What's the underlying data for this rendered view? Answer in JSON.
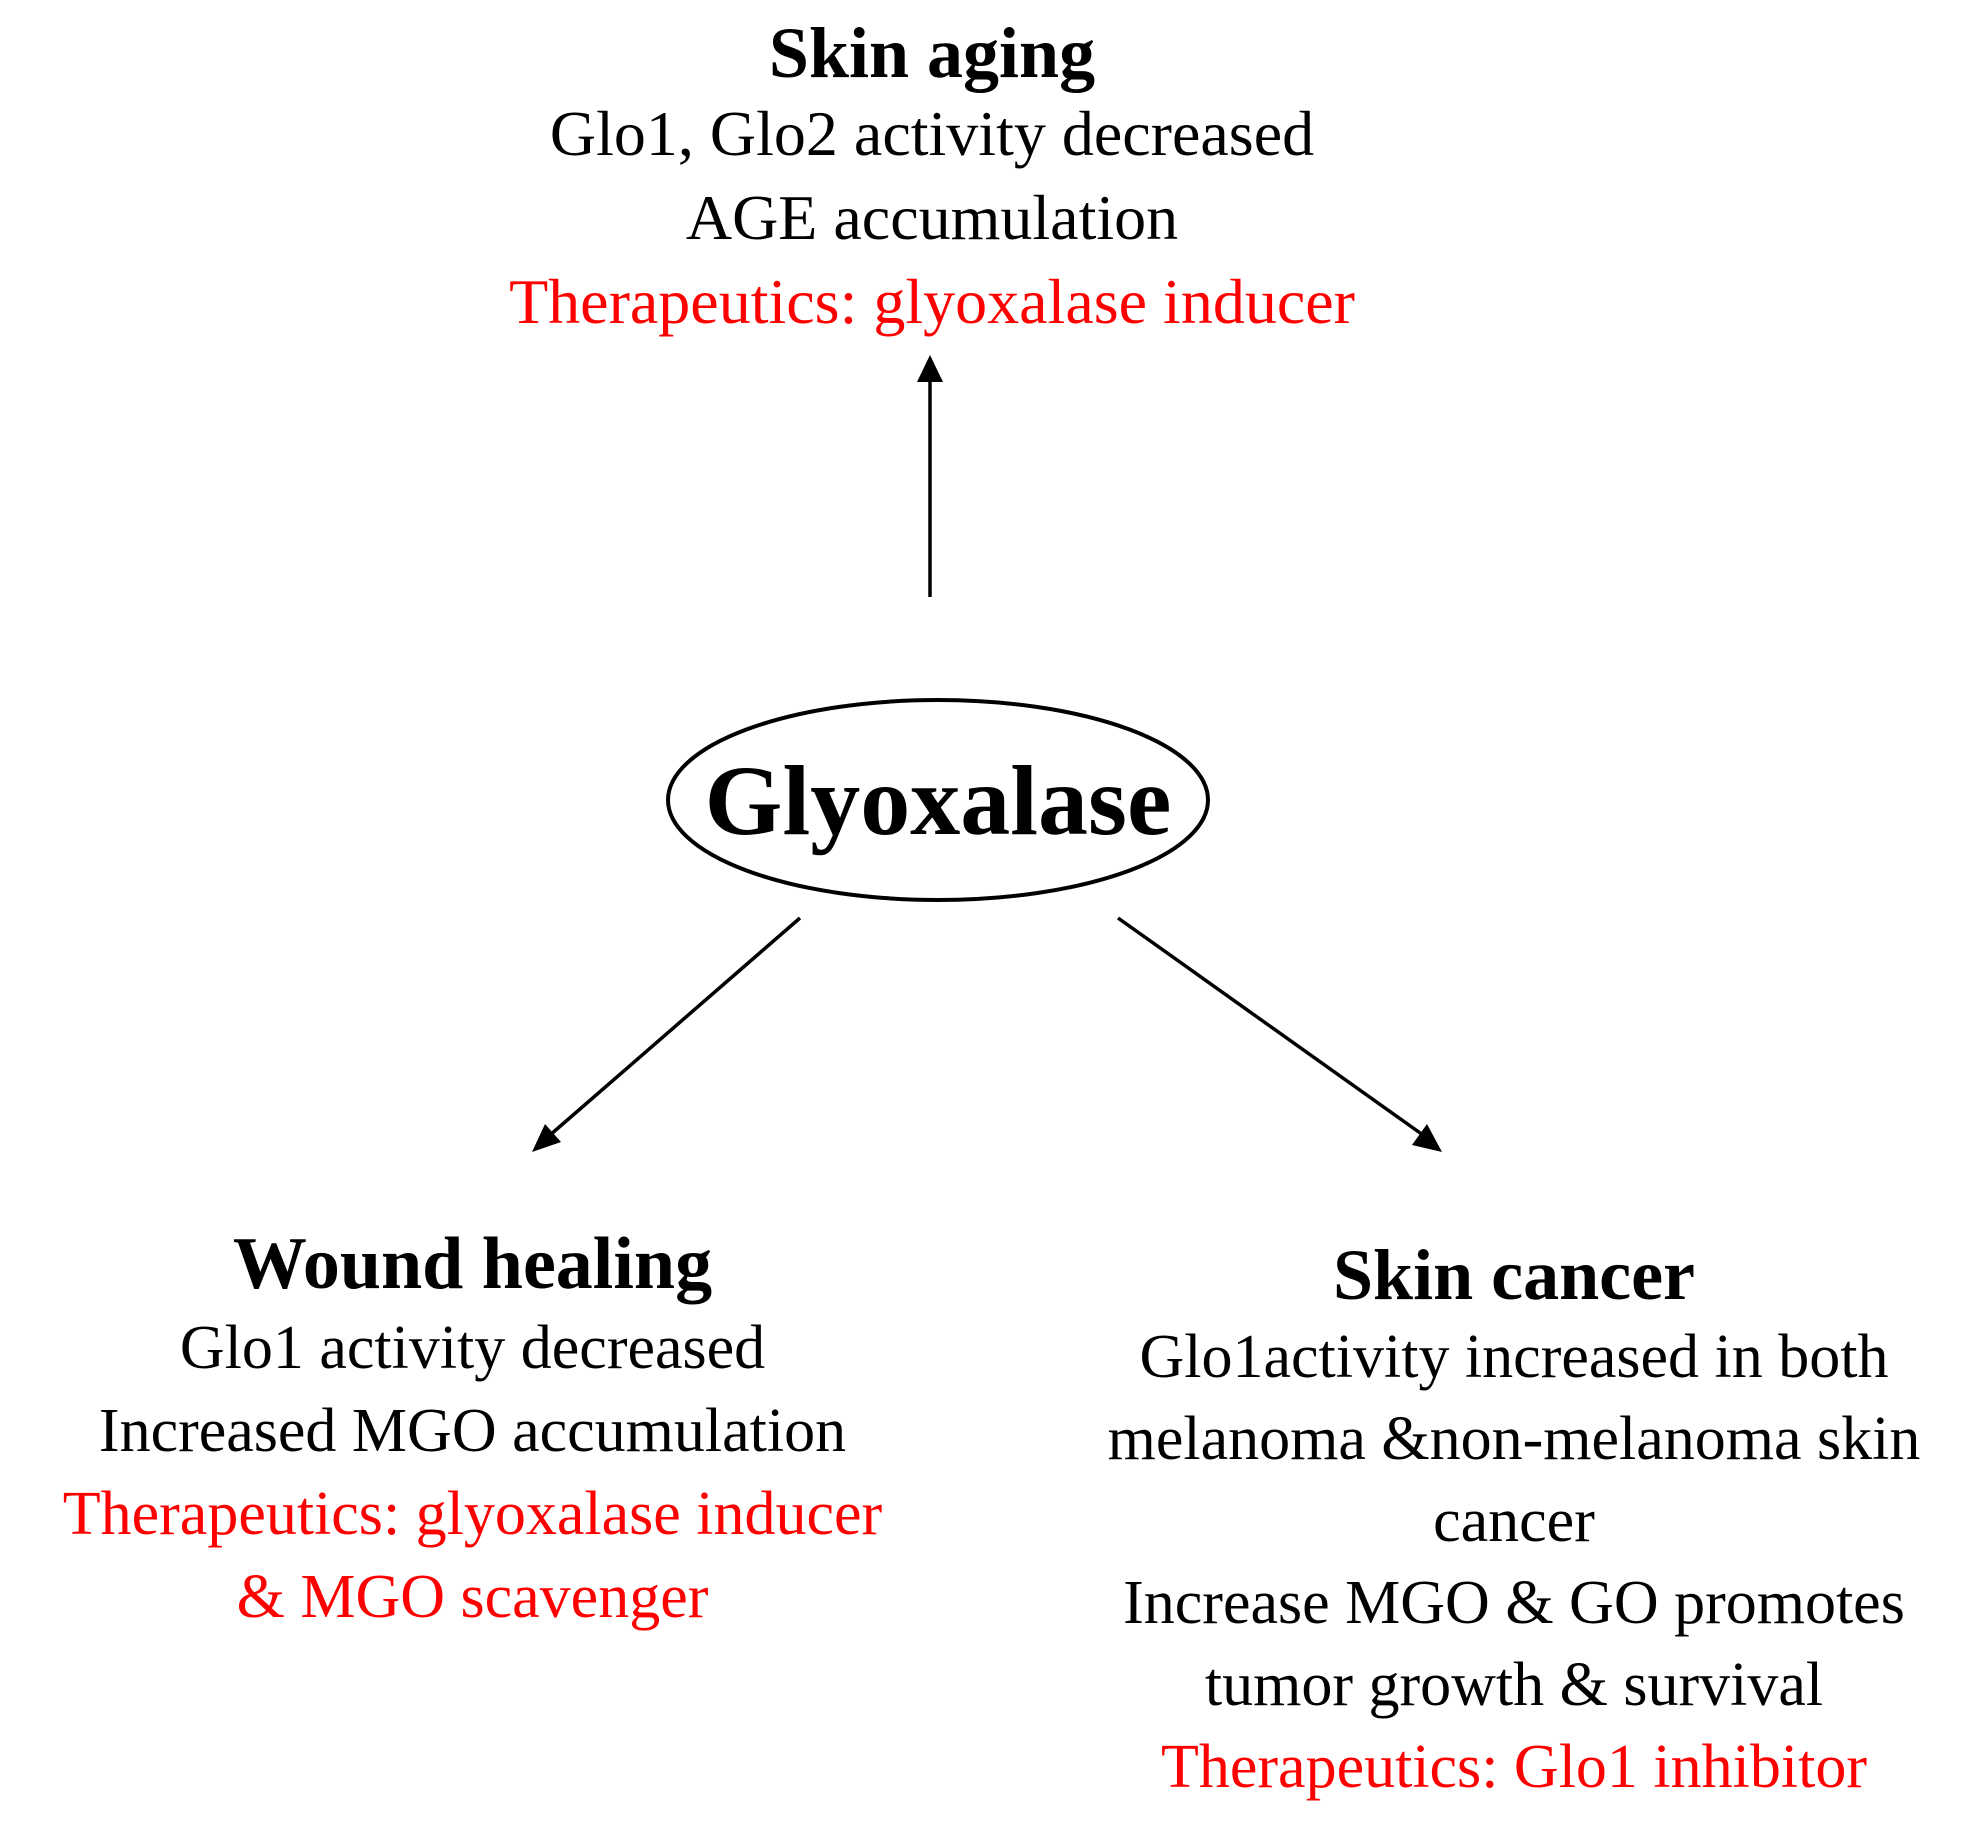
{
  "center": {
    "label": "Glyoxalase"
  },
  "skin_aging": {
    "title": "Skin aging",
    "lines": [
      "Glo1, Glo2 activity decreased",
      "AGE accumulation"
    ],
    "therapeutics": [
      "Therapeutics: glyoxalase inducer"
    ]
  },
  "wound_healing": {
    "title": "Wound healing",
    "lines": [
      "Glo1 activity decreased",
      "Increased MGO accumulation"
    ],
    "therapeutics": [
      "Therapeutics: glyoxalase inducer",
      "& MGO scavenger"
    ]
  },
  "skin_cancer": {
    "title": "Skin cancer",
    "lines": [
      "Glo1activity increased in both",
      "melanoma &non-melanoma skin",
      "cancer",
      "Increase MGO & GO promotes",
      "tumor growth & survival"
    ],
    "therapeutics": [
      "Therapeutics: Glo1 inhibitor"
    ]
  },
  "colors": {
    "text": "#000000",
    "therapeutics": "#ff0000",
    "lines": "#000000"
  }
}
